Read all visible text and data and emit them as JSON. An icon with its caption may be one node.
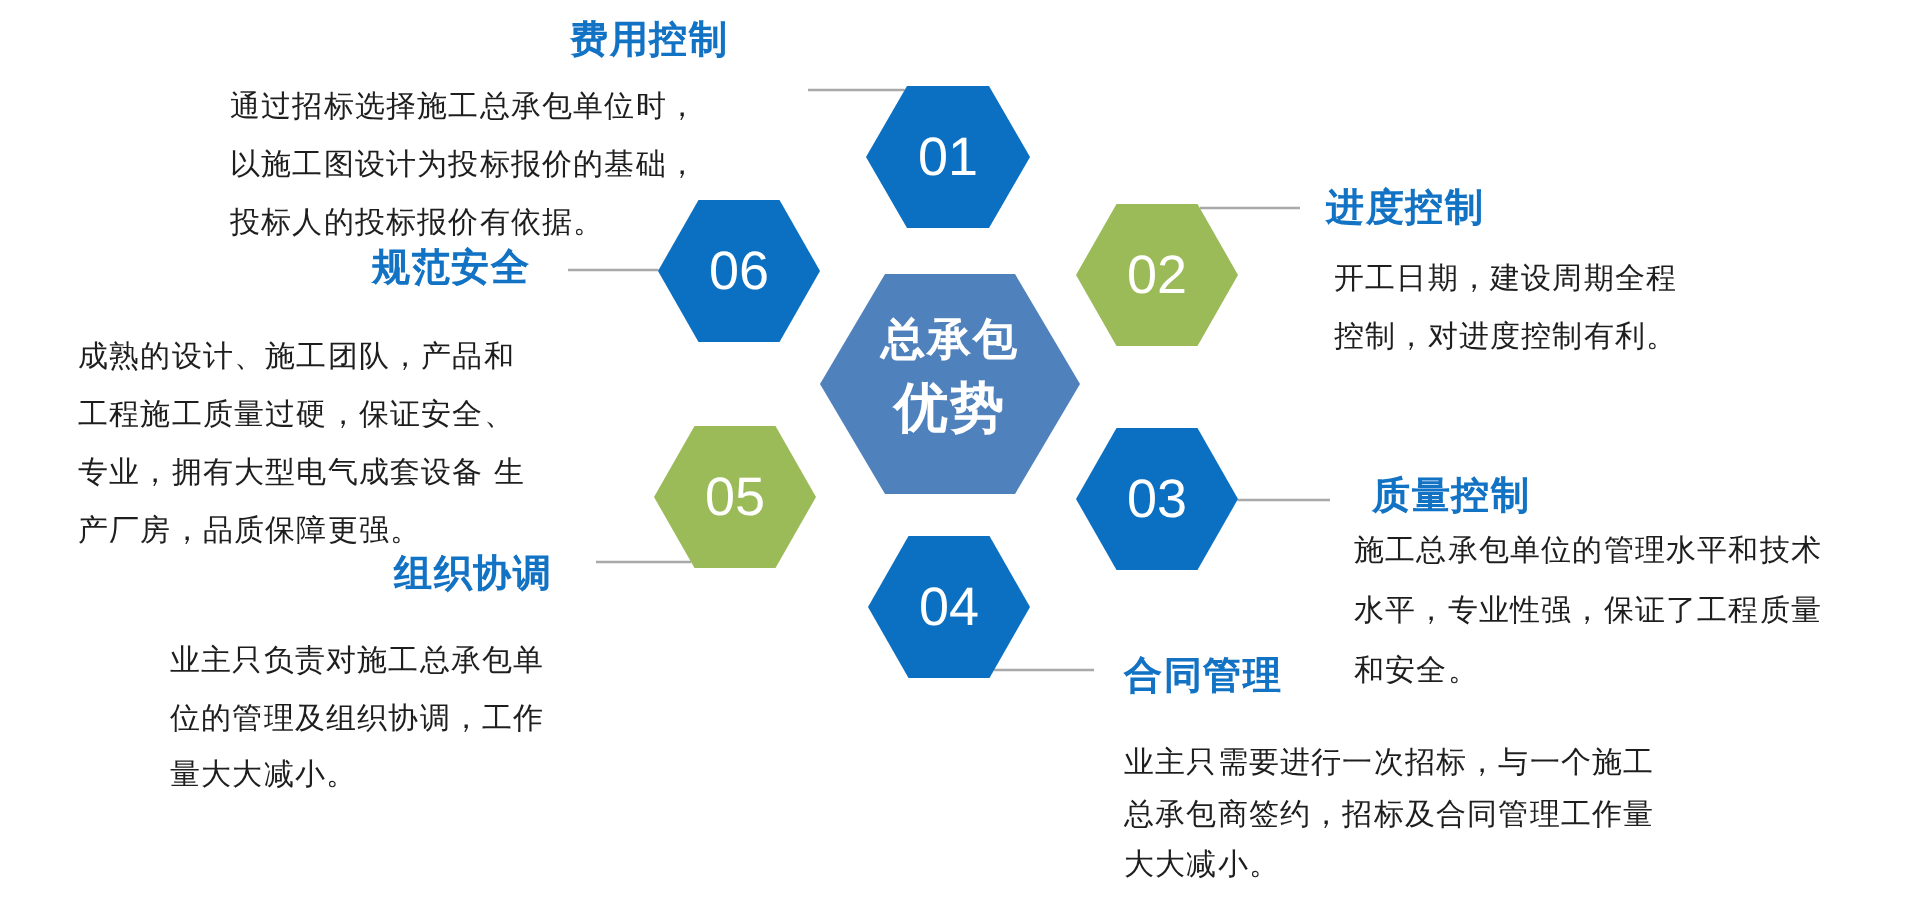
{
  "diagram": {
    "nodes": [
      {
        "text": [
          "总承包",
          "优势"
        ]
      },
      {
        "text": [
          "01"
        ]
      },
      {
        "text": [
          "费用控制",
          "通过招标选择施工总承包单位时，以施工图设计为投标报价的基础，投标人的投标报价有依据。"
        ]
      },
      {
        "text": [
          "02"
        ]
      },
      {
        "text": [
          "进度控制",
          "开工日期，建设周期全程控制，对进度控制有利。"
        ]
      },
      {
        "text": [
          "03"
        ]
      },
      {
        "text": [
          "质量控制",
          "施工总承包单位的管理水平和技术水平，专业性强，保证了工程质量和安全。"
        ]
      },
      {
        "text": [
          "04"
        ]
      },
      {
        "text": [
          "合同管理",
          "业主只需要进行一次招标，与一个施工总承包商签约，招标及合同管理工作量大大减小。"
        ]
      },
      {
        "text": [
          "05"
        ]
      },
      {
        "text": [
          "组织协调",
          "业主只负责对施工总承包单位的管理及组织协调，工作量大大减小。"
        ]
      },
      {
        "text": [
          "06"
        ]
      },
      {
        "text": [
          "规范安全",
          "成熟的设计、施工团队，产品和工程施工质量过硬，保证安全、专业，拥有大型电气成套设备 生产厂房，品质保障更强。"
        ]
      }
    ],
    "edges": [
      {
        "from": 2,
        "to": 1,
        "arrow": "none"
      },
      {
        "from": 4,
        "to": 3,
        "arrow": "none"
      },
      {
        "from": 6,
        "to": 5,
        "arrow": "none"
      },
      {
        "from": 8,
        "to": 7,
        "arrow": "none"
      },
      {
        "from": 10,
        "to": 9,
        "arrow": "none"
      },
      {
        "from": 12,
        "to": 11,
        "arrow": "none"
      }
    ]
  }
}
